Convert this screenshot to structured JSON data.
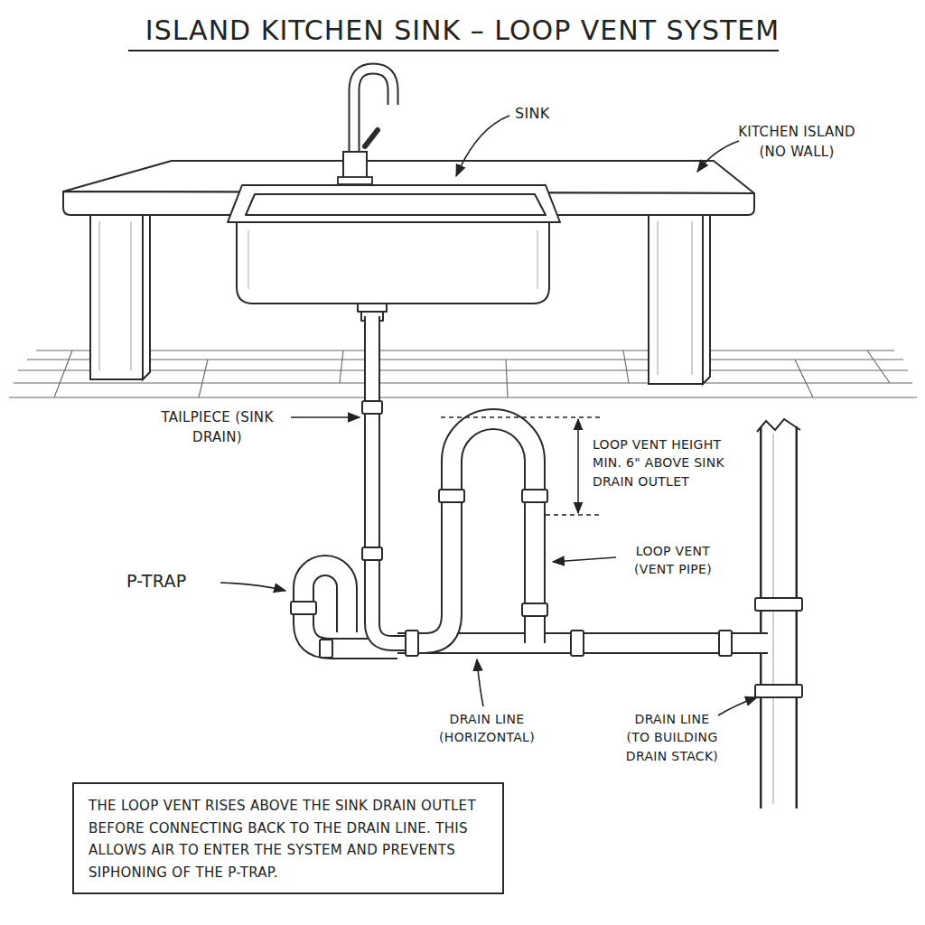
{
  "diagram": {
    "title": "ISLAND KITCHEN SINK – LOOP VENT SYSTEM",
    "nodes": [
      {
        "text": [
          "THE LOOP VENT RISES ABOVE THE SINK DRAIN OUTLET BEFORE CONNECTING BACK TO THE DRAIN LINE. THIS ALLOWS AIR TO ENTER THE SYSTEM AND PREVENTS SIPHONING OF THE P-TRAP."
        ]
      }
    ],
    "labels": [
      "SINK",
      "KITCHEN ISLAND (NO WALL)",
      "TAILPIECE (SINK DRAIN)",
      "P-TRAP",
      "LOOP VENT HEIGHT MIN. 6\" ABOVE SINK DRAIN OUTLET",
      "LOOP VENT (VENT PIPE)",
      "DRAIN LINE (HORIZONTAL)",
      "DRAIN LINE (TO BUILDING DRAIN STACK)"
    ]
  }
}
